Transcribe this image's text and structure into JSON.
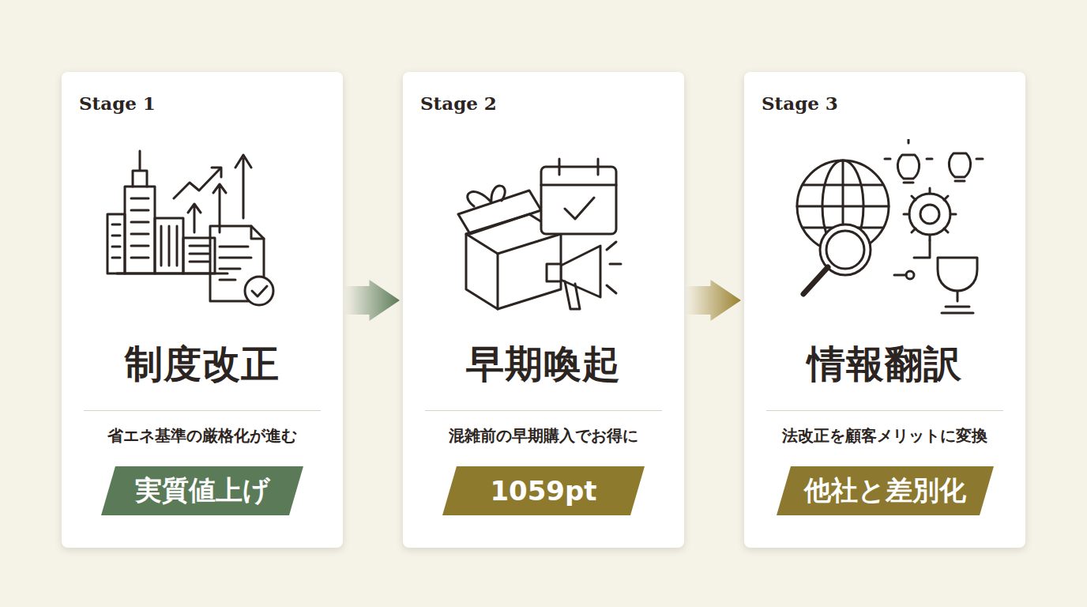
{
  "diagram": {
    "nodes": [
      {
        "text": [
          "Stage 1",
          "制度改正",
          "省エネ基準の厳格化が進む"
        ]
      },
      {
        "text": [
          "実質値上げ"
        ],
        "in": 0
      },
      {
        "text": [
          "Stage 2",
          "早期喚起",
          "混雑前の早期購入でお得に"
        ]
      },
      {
        "text": [
          "1059pt"
        ],
        "in": 2
      },
      {
        "text": [
          "Stage 3",
          "情報翻訳",
          "法改正を顧客メリットに変換"
        ]
      },
      {
        "text": [
          "他社と差別化"
        ],
        "in": 4
      }
    ],
    "edges": [
      {
        "from": 0,
        "to": 2,
        "arrow": "to"
      },
      {
        "from": 2,
        "to": 4,
        "arrow": "to"
      }
    ]
  }
}
